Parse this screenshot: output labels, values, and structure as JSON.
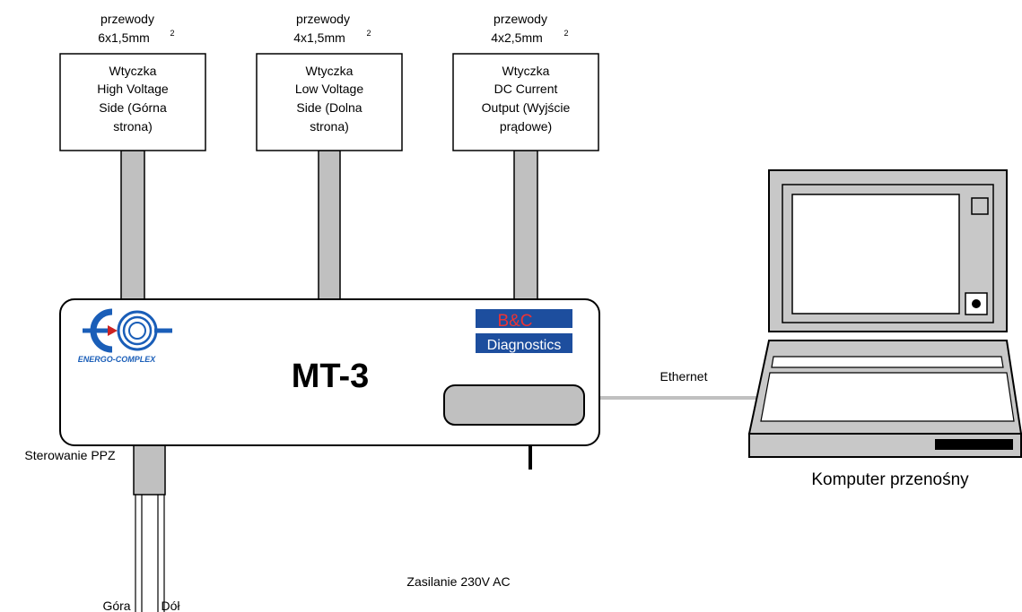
{
  "wires": [
    {
      "label": "przewody",
      "spec": "6x1,5mm",
      "sup": "2"
    },
    {
      "label": "przewody",
      "spec": "4x1,5mm",
      "sup": "2"
    },
    {
      "label": "przewody",
      "spec": "4x2,5mm",
      "sup": "2"
    }
  ],
  "plugs": [
    {
      "lines": [
        "Wtyczka",
        "High Voltage",
        "Side (Górna",
        "strona)"
      ]
    },
    {
      "lines": [
        "Wtyczka",
        "Low Voltage",
        "Side (Dolna",
        "strona)"
      ]
    },
    {
      "lines": [
        "Wtyczka",
        "DC Current",
        "Output (Wyjście",
        "prądowe)"
      ]
    }
  ],
  "device": {
    "name": "MT-3",
    "left_logo_text": "ENERGO-COMPLEX",
    "right_logo_line1": "B&C",
    "right_logo_line2": "Diagnostics"
  },
  "labels": {
    "ethernet": "Ethernet",
    "laptop": "Komputer przenośny",
    "control": "Sterowanie PPZ",
    "power": "Zasilanie 230V AC",
    "up": "Góra",
    "down": "Dół"
  },
  "colors": {
    "cable": "#c0c0c0",
    "laptop": "#c8c8c8",
    "logo_blue": "#1a5eb8",
    "logo_red": "#cc2222",
    "bc_blue": "#1d4e9e"
  }
}
